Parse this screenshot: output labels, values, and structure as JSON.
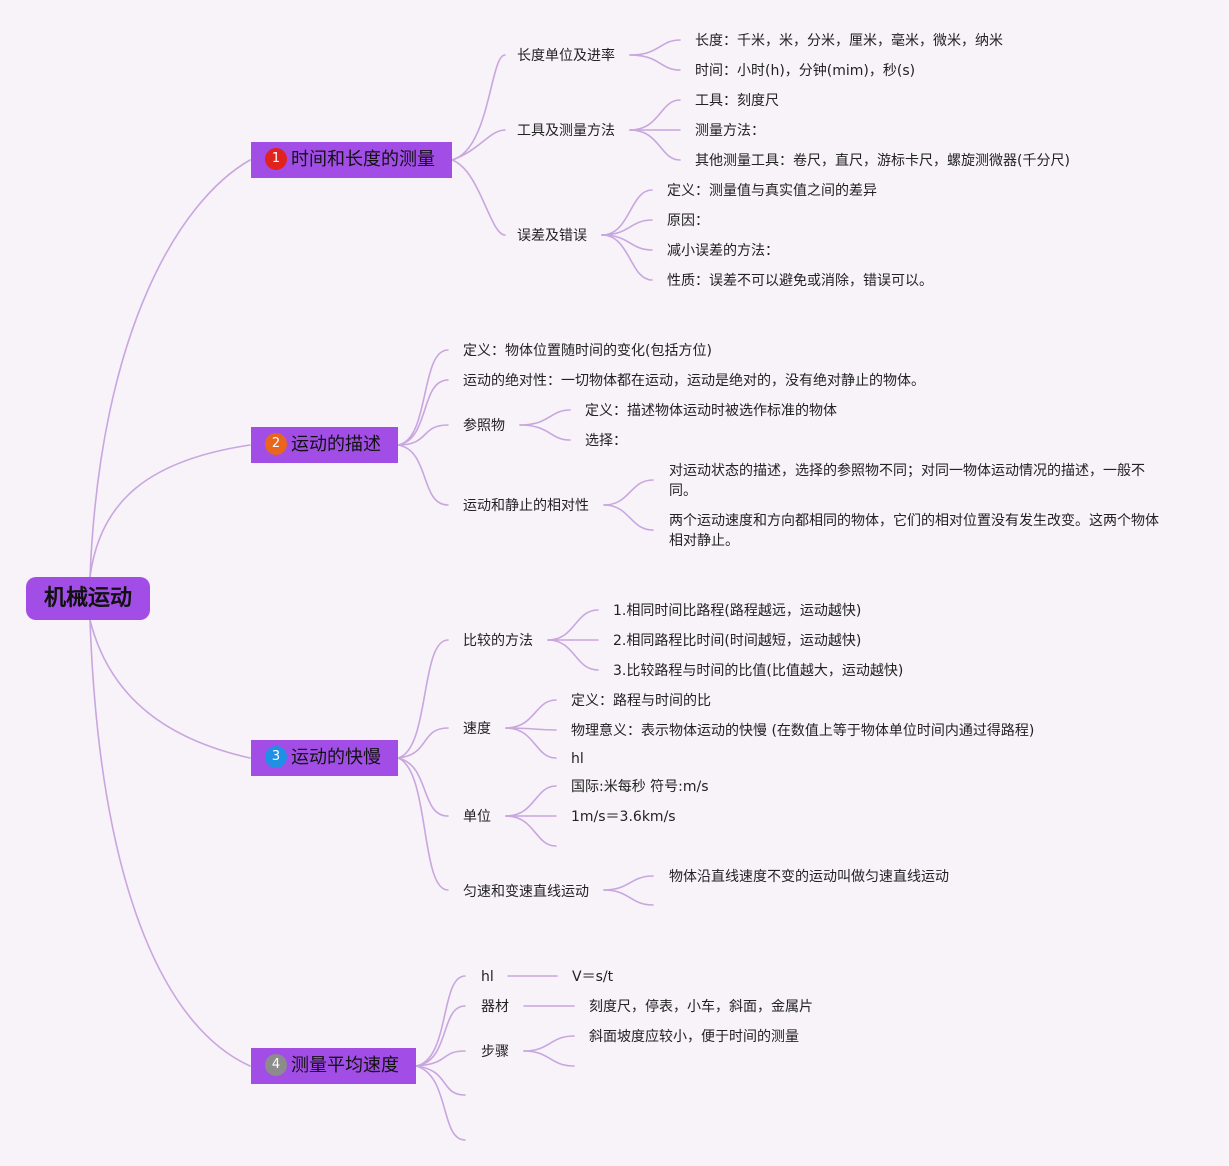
{
  "root": {
    "label": "机械运动"
  },
  "colors": {
    "branch_bg": "#a24ee6",
    "line": "#c8a6df",
    "badge1": "#e0231f",
    "badge2": "#e8661e",
    "badge3": "#1e90e6",
    "badge4": "#8c8c8c"
  },
  "branches": [
    {
      "badge": "1",
      "label": "时间和长度的测量"
    },
    {
      "badge": "2",
      "label": "运动的描述"
    },
    {
      "badge": "3",
      "label": "运动的快慢"
    },
    {
      "badge": "4",
      "label": "测量平均速度"
    }
  ],
  "b1": {
    "n1": "长度单位及进率",
    "n1a": "长度：千米，米，分米，厘米，毫米，微米，纳米",
    "n1b": "时间：小时(h)，分钟(mim)，秒(s)",
    "n2": "工具及测量方法",
    "n2a": "工具：刻度尺",
    "n2b": "测量方法：",
    "n2c": "其他测量工具：卷尺，直尺，游标卡尺，螺旋测微器(千分尺)",
    "n3": "误差及错误",
    "n3a": "定义：测量值与真实值之间的差异",
    "n3b": "原因：",
    "n3c": "减小误差的方法：",
    "n3d": "性质：误差不可以避免或消除，错误可以。"
  },
  "b2": {
    "n1": "定义：物体位置随时间的变化(包括方位)",
    "n2": "运动的绝对性：一切物体都在运动，运动是绝对的，没有绝对静止的物体。",
    "n3": "参照物",
    "n3a": "定义：描述物体运动时被选作标准的物体",
    "n3b": "选择：",
    "n4": "运动和静止的相对性",
    "n4a": "对运动状态的描述，选择的参照物不同；对同一物体运动情况的描述，一般不同。",
    "n4b": "两个运动速度和方向都相同的物体，它们的相对位置没有发生改变。这两个物体相对静止。"
  },
  "b3": {
    "n1": "比较的方法",
    "n1a": "1.相同时间比路程(路程越远，运动越快)",
    "n1b": "2.相同路程比时间(时间越短，运动越快)",
    "n1c": "3.比较路程与时间的比值(比值越大，运动越快)",
    "n2": "速度",
    "n2a": "定义：路程与时间的比",
    "n2b": "物理意义：表示物体运动的快慢 (在数值上等于物体单位时间内通过得路程)",
    "n2c": "hl",
    "n3": "单位",
    "n3a": "国际:米每秒 符号:m/s",
    "n3b": "1m/s＝3.6km/s",
    "n4": "匀速和变速直线运动",
    "n4a": "物体沿直线速度不变的运动叫做匀速直线运动"
  },
  "b4": {
    "n1": "hl",
    "n1a": "V＝s/t",
    "n2": "器材",
    "n2a": "刻度尺，停表，小车，斜面，金属片",
    "n3": "步骤",
    "n3a": "斜面坡度应较小，便于时间的测量"
  }
}
